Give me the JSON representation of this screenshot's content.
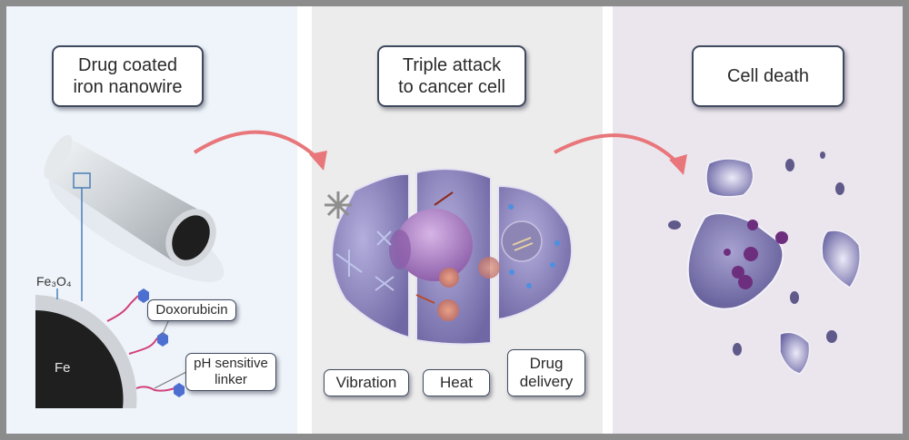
{
  "panels": [
    {
      "title": "Drug coated\niron nanowire",
      "labels": {
        "fe3o4": "Fe₃O₄",
        "fe": "Fe",
        "doxorubicin": "Doxorubicin",
        "linker": "pH sensitive\nlinker"
      }
    },
    {
      "title": "Triple attack\nto cancer cell",
      "labels": {
        "vibration": "Vibration",
        "heat": "Heat",
        "drug_delivery": "Drug\ndelivery"
      }
    },
    {
      "title": "Cell death"
    }
  ],
  "colors": {
    "arrow": "#e8767a",
    "cell": "#8b84b8",
    "nucleus": "#9b6fb0",
    "drug": "#5a78d0",
    "linker": "#d2407a"
  }
}
